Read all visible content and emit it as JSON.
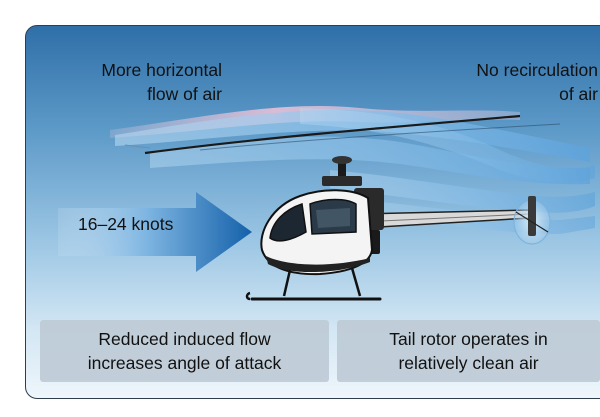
{
  "labels": {
    "horizontal_flow": [
      "More horizontal",
      "flow of air"
    ],
    "no_recirculation": [
      "No recirculation",
      "of air"
    ],
    "speed": "16–24 knots"
  },
  "captions": {
    "left": [
      "Reduced induced flow",
      "increases angle of attack"
    ],
    "right": [
      "Tail rotor operates in",
      "relatively clean air"
    ]
  },
  "colors": {
    "panel_top": "#2f6fa8",
    "panel_bottom": "#eef6fb",
    "arrow": "#1f72b8",
    "airflow": "#8fc3ea",
    "airflow_pink": "#f2c9dc",
    "caption_box": "#becbd6"
  },
  "icons": [
    "wind-arrow-icon",
    "helicopter-icon",
    "airflow-wave-icon"
  ]
}
